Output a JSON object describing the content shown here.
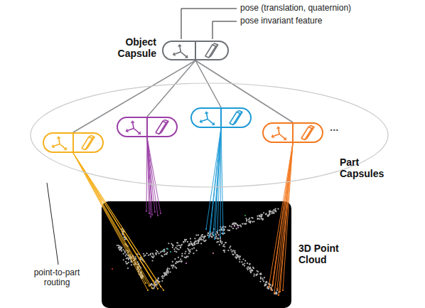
{
  "diagram": {
    "nodes": [
      {
        "text": [
          "Object Capsule"
        ]
      },
      {
        "text": [
          "Part Capsules"
        ]
      },
      {
        "text": [],
        "in": 1
      },
      {
        "text": [],
        "in": 1
      },
      {
        "text": [],
        "in": 1
      },
      {
        "text": [],
        "in": 1
      },
      {
        "text": [
          "3D Point Cloud"
        ]
      }
    ],
    "edges": [
      {
        "from": 0,
        "to": 2,
        "arrow": "none"
      },
      {
        "from": 0,
        "to": 3,
        "arrow": "none"
      },
      {
        "from": 0,
        "to": 4,
        "arrow": "none"
      },
      {
        "from": 0,
        "to": 5,
        "arrow": "none"
      },
      {
        "from": 2,
        "to": 6,
        "arrow": "none"
      },
      {
        "from": 3,
        "to": 6,
        "arrow": "none"
      },
      {
        "from": 4,
        "to": 6,
        "arrow": "none"
      },
      {
        "from": 5,
        "to": 6,
        "arrow": "none"
      }
    ],
    "labels": [
      "pose (translation, quaternion)",
      "pose invariant feature",
      "point-to-part routing",
      "..."
    ]
  }
}
